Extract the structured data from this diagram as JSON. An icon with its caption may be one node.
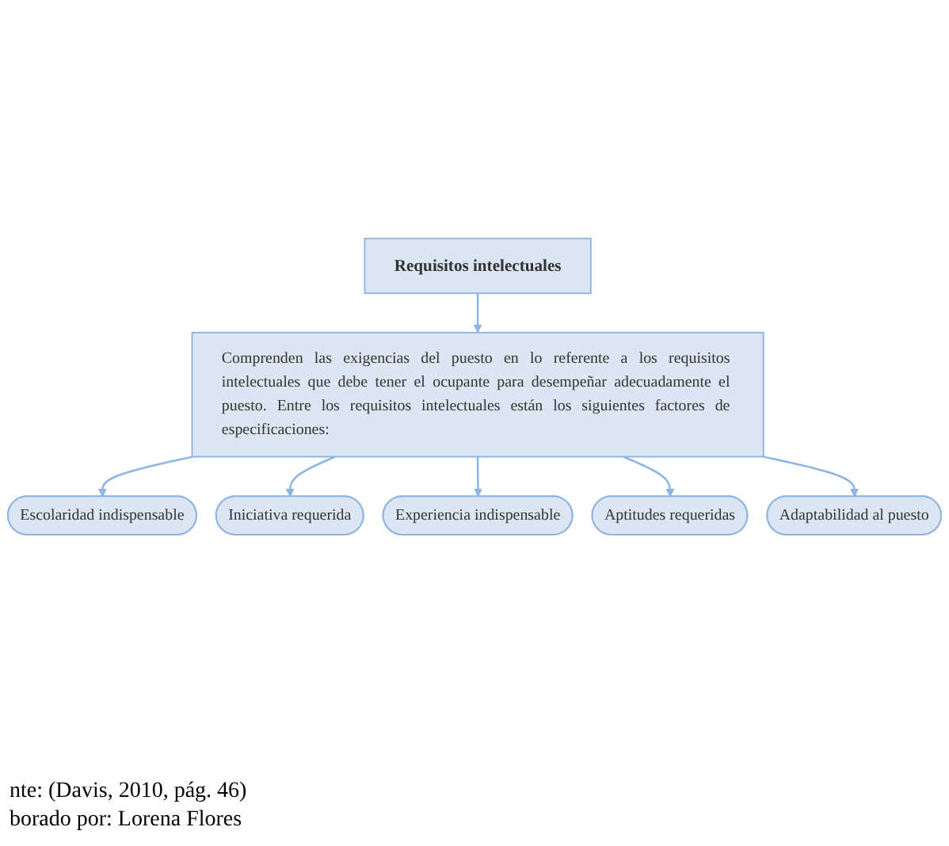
{
  "diagram": {
    "nodes": [
      {
        "text": [
          "Requisitos intelectuales"
        ]
      },
      {
        "text": [
          "Comprenden las exigencias del puesto en lo referente a los requisitos intelectuales que debe tener el ocupante para desempeñar adecuadamente el puesto. Entre los requisitos intelectuales están los siguientes factores de especificaciones:"
        ]
      },
      {
        "text": [
          "Escolaridad indispensable"
        ]
      },
      {
        "text": [
          "Experiencia indispensable"
        ]
      },
      {
        "text": [
          "Adaptabilidad al puesto"
        ]
      },
      {
        "text": [
          "Iniciativa requerida"
        ]
      },
      {
        "text": [
          "Aptitudes requeridas"
        ]
      }
    ],
    "edges": [
      {
        "from": 0,
        "to": 1,
        "arrow": "to"
      },
      {
        "from": 1,
        "to": 2,
        "arrow": "to"
      },
      {
        "from": 1,
        "to": 5,
        "arrow": "to"
      },
      {
        "from": 1,
        "to": 3,
        "arrow": "to"
      },
      {
        "from": 1,
        "to": 6,
        "arrow": "to"
      },
      {
        "from": 1,
        "to": 4,
        "arrow": "to"
      }
    ],
    "labels": [
      "nte: (Davis, 2010, pág. 46)",
      "borado por: Lorena Flores"
    ]
  }
}
